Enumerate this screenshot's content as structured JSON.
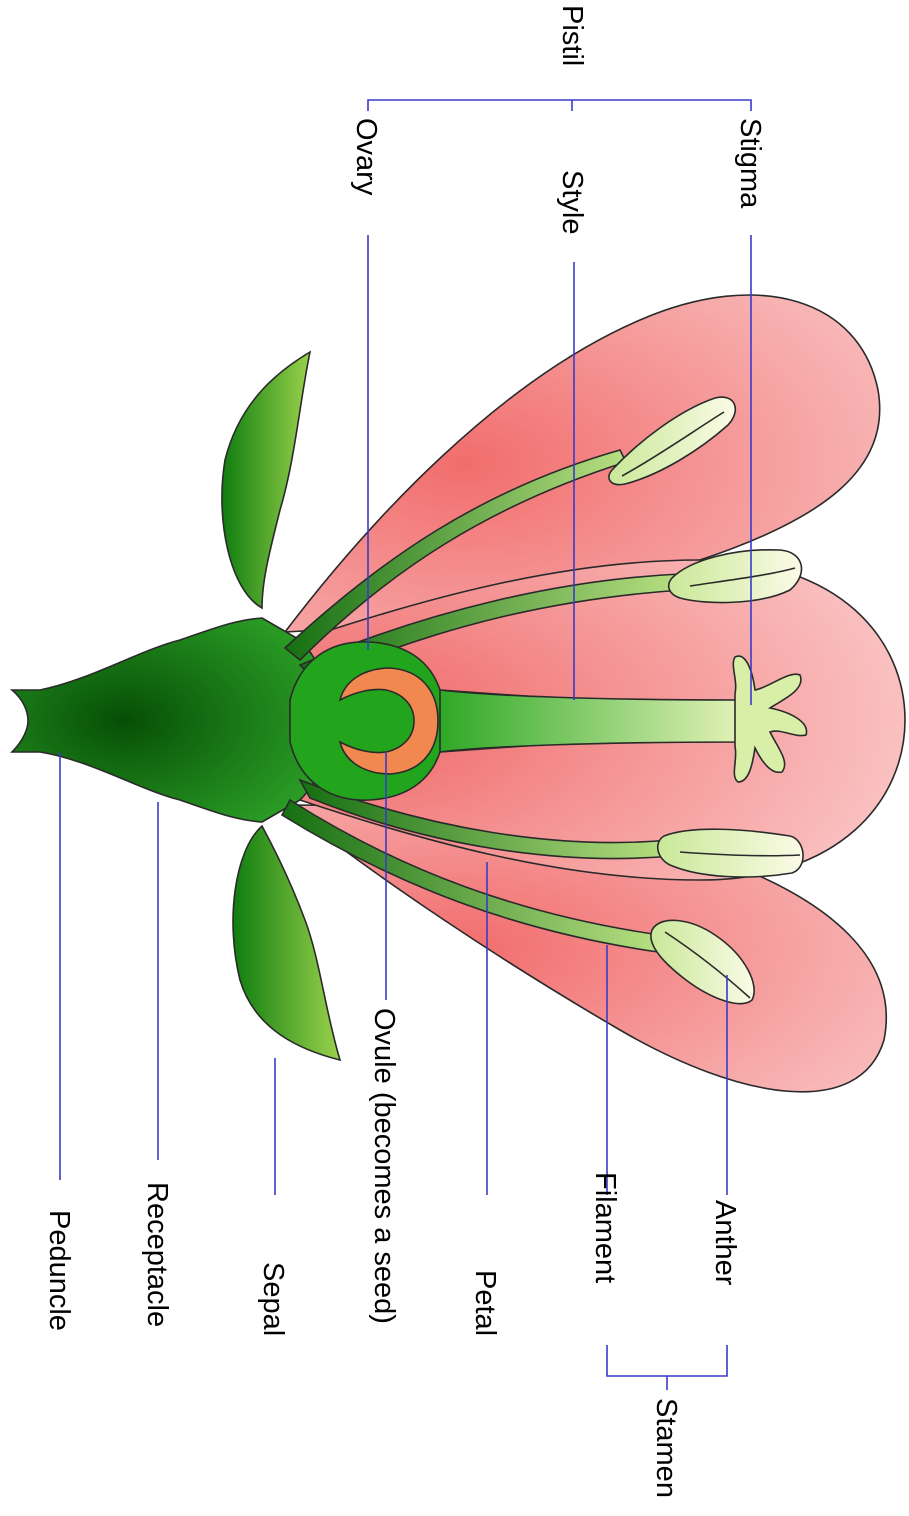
{
  "labels": {
    "pistil": "Pistil",
    "stigma": "Stigma",
    "style": "Style",
    "ovary": "Ovary",
    "ovule": "Ovule (becomes a seed)",
    "petal": "Petal",
    "sepal": "Sepal",
    "receptacle": "Receptacle",
    "peduncle": "Peduncle",
    "anther": "Anther",
    "filament": "Filament",
    "stamen": "Stamen"
  },
  "colors": {
    "leader_line": "#3a3ac8",
    "petal": "#f4a3a3",
    "green": "#22a51d",
    "dark_green": "#0c6f0c",
    "anther": "#f1f6c8",
    "ovule": "#f0884f"
  }
}
